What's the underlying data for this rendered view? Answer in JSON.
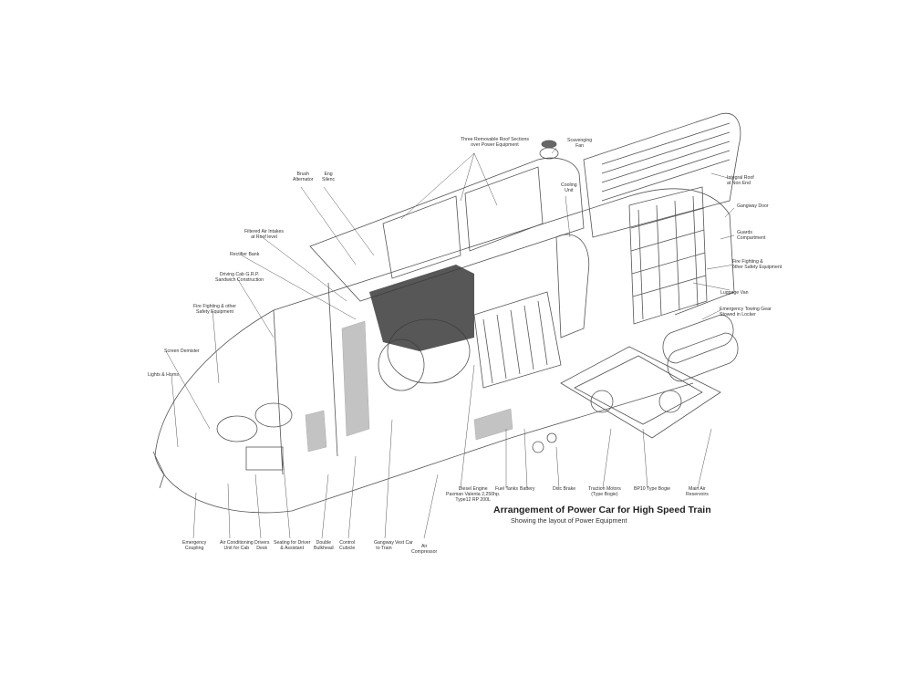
{
  "diagram": {
    "title": "Arrangement of Power Car for High Speed Train",
    "subtitle": "Showing the layout of Power Equipment",
    "labels": {
      "roof_sections": [
        "Three Removable Roof Sections",
        "over Power Equipment"
      ],
      "scavenging_fan": [
        "Scavenging",
        "Fan"
      ],
      "brush_alternator": [
        "Brush",
        "Alternator"
      ],
      "eng_silencer": [
        "Eng",
        "Silenc"
      ],
      "cooling_unit": [
        "Cooling",
        "Unit"
      ],
      "integral_roof": [
        "Integral Roof",
        "at Non End"
      ],
      "gangway_door": [
        "Gangway Door"
      ],
      "guards_compartment": [
        "Guards",
        "Compartment"
      ],
      "fire_fighting_right": [
        "Fire Fighting &",
        "other Safety Equipment"
      ],
      "luggage_van": [
        "Luggage Van"
      ],
      "towing_gear": [
        "Emergency Towing Gear",
        "Stowed in Locker"
      ],
      "filtered_air": [
        "Filtered Air Intakes",
        "at Roof level"
      ],
      "rectifier_bank": [
        "Rectifier Bank"
      ],
      "driving_cab": [
        "Driving Cab G.R.P.",
        "Sandwich Construction"
      ],
      "fire_fighting_left": [
        "Fire Fighting & other",
        "Safety Equipment"
      ],
      "screen_demister": [
        "Screen Demister"
      ],
      "lights_horns": [
        "Lights & Horns"
      ],
      "emergency_coupling": [
        "Emergency",
        "Coupling"
      ],
      "air_conditioning": [
        "Air Conditioning",
        "Unit for Cab"
      ],
      "drivers_desk": [
        "Drivers",
        "Desk"
      ],
      "seating": [
        "Seating for Driver",
        "& Assistant"
      ],
      "double_bulkhead": [
        "Double",
        "Bulkhead"
      ],
      "control_cubicle": [
        "Control",
        "Cubicle"
      ],
      "gangway_car": [
        "Gangway",
        "to Train"
      ],
      "vest_car": [
        "Vest Car"
      ],
      "air_compressor": [
        "Air",
        "Compressor"
      ],
      "diesel_engine": [
        "Diesel Engine",
        "Paxman Valenta 2,250hp.",
        "Type12 RP 200L"
      ],
      "fuel_tanks": [
        "Fuel Tanks"
      ],
      "battery": [
        "Battery"
      ],
      "disc_brake": [
        "Disc Brake"
      ],
      "traction_motors": [
        "Traction Motors",
        "(Type Bogie)"
      ],
      "bogie": [
        "BP10 Type Bogie"
      ],
      "main_air": [
        "Main Air",
        "Reservoirs"
      ]
    },
    "colors": {
      "background": "#ffffff",
      "ink": "#333333",
      "dark_hatch": "#2a2a2a"
    }
  }
}
